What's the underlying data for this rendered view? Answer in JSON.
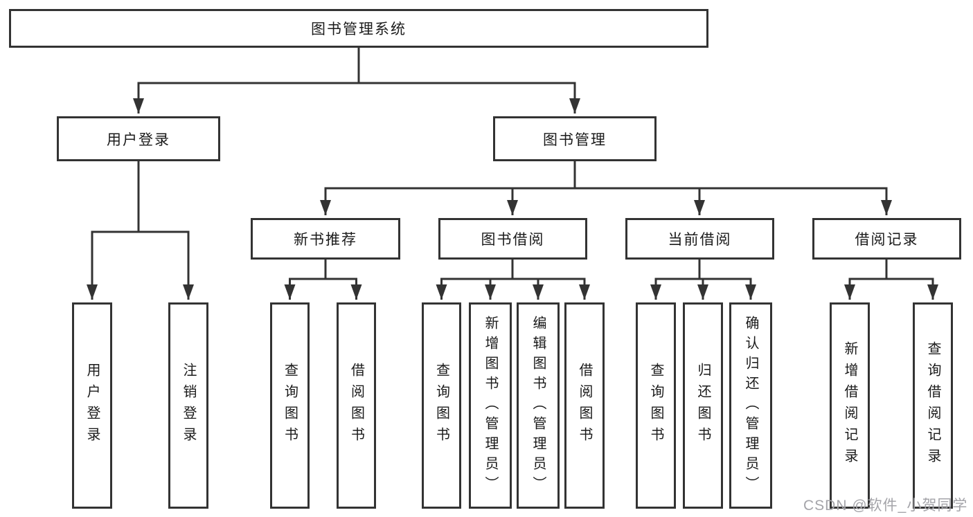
{
  "diagram": {
    "type": "hierarchy-tree",
    "colors": {
      "background": "#ffffff",
      "line": "#333333",
      "box_border": "#333333",
      "text": "#1a1a1a",
      "watermark": "#a4a4a9"
    },
    "root": {
      "label": "图书管理系统"
    },
    "level2": [
      {
        "label": "用户登录",
        "parent": "图书管理系统"
      },
      {
        "label": "图书管理",
        "parent": "图书管理系统"
      }
    ],
    "level3": [
      {
        "label": "新书推荐",
        "parent": "图书管理"
      },
      {
        "label": "图书借阅",
        "parent": "图书管理"
      },
      {
        "label": "当前借阅",
        "parent": "图书管理"
      },
      {
        "label": "借阅记录",
        "parent": "图书管理"
      }
    ],
    "leaves": [
      {
        "label": "用户登录",
        "parent": "用户登录"
      },
      {
        "label": "注销登录",
        "parent": "用户登录"
      },
      {
        "label": "查询图书",
        "parent": "新书推荐"
      },
      {
        "label": "借阅图书",
        "parent": "新书推荐"
      },
      {
        "label": "查询图书",
        "parent": "图书借阅"
      },
      {
        "label": "新增图书（管理员）",
        "parent": "图书借阅"
      },
      {
        "label": "编辑图书（管理员）",
        "parent": "图书借阅"
      },
      {
        "label": "借阅图书",
        "parent": "图书借阅"
      },
      {
        "label": "查询图书",
        "parent": "当前借阅"
      },
      {
        "label": "归还图书",
        "parent": "当前借阅"
      },
      {
        "label": "确认归还（管理员）",
        "parent": "当前借阅"
      },
      {
        "label": "新增借阅记录",
        "parent": "借阅记录"
      },
      {
        "label": "查询借阅记录",
        "parent": "借阅记录"
      }
    ],
    "watermark": "CSDN @软件_小贺同学"
  }
}
